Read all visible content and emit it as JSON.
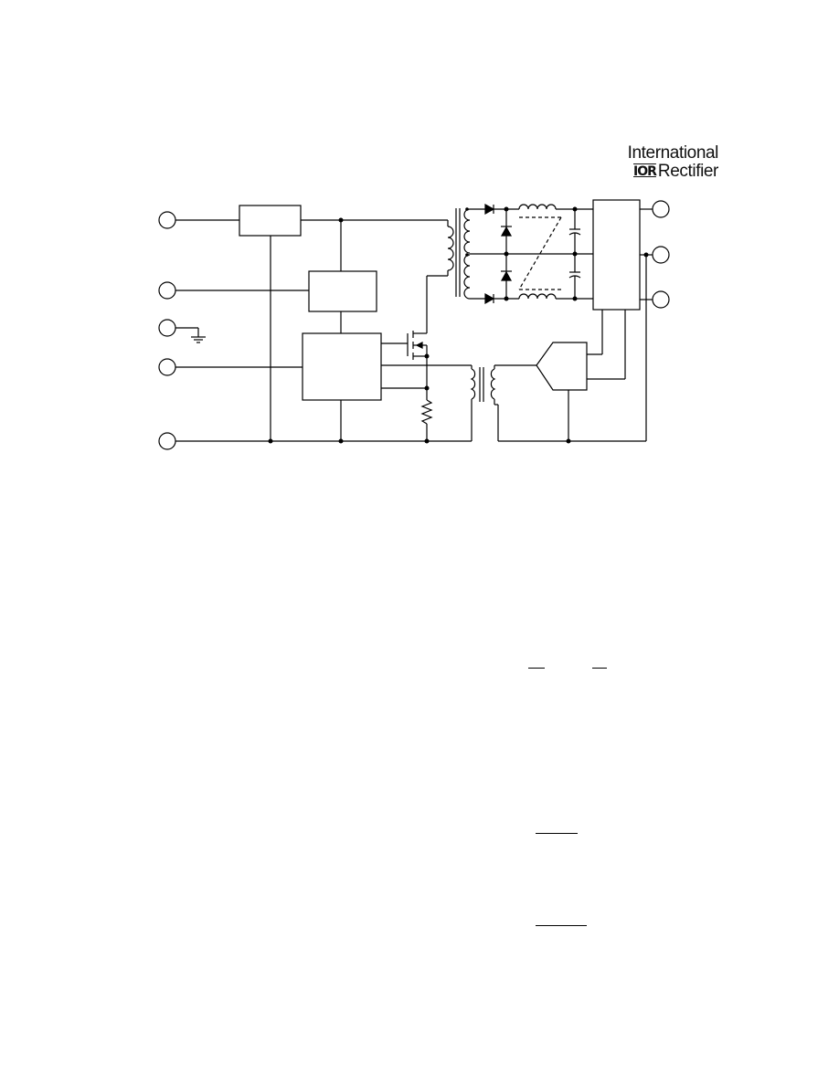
{
  "logo": {
    "line1": "International",
    "mark": "IOR",
    "line2": "Rectifier"
  },
  "diagram": {
    "input_terminals": 5,
    "output_terminals": 3
  }
}
